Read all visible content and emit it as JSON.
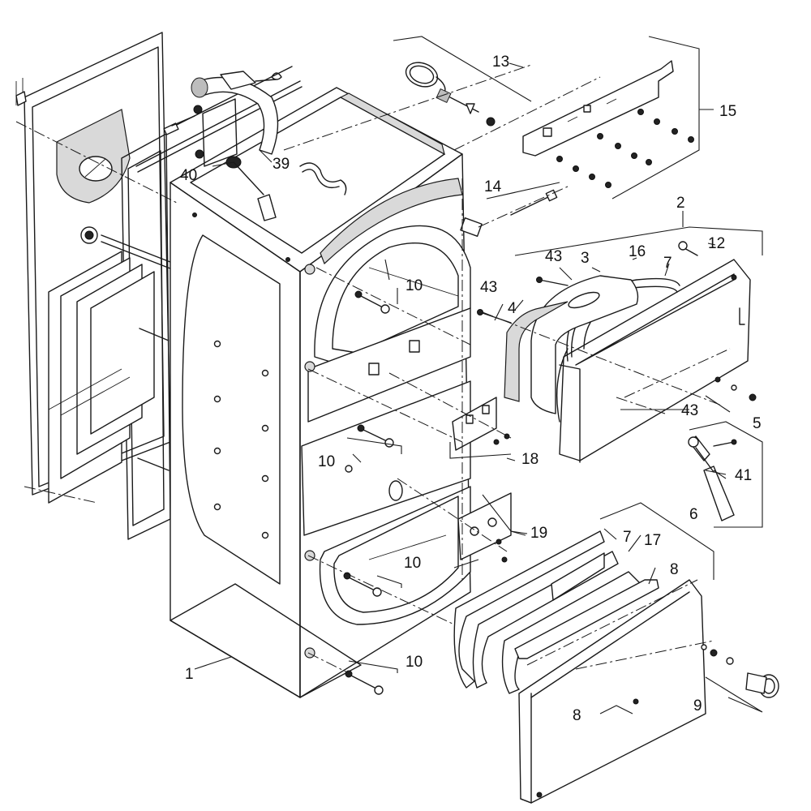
{
  "callouts": [
    {
      "id": "c1",
      "label": "1"
    },
    {
      "id": "c2",
      "label": "2"
    },
    {
      "id": "c3",
      "label": "3"
    },
    {
      "id": "c4",
      "label": "4"
    },
    {
      "id": "c5",
      "label": "5"
    },
    {
      "id": "c6",
      "label": "6"
    },
    {
      "id": "c7a",
      "label": "7"
    },
    {
      "id": "c7b",
      "label": "7"
    },
    {
      "id": "c8a",
      "label": "8"
    },
    {
      "id": "c8b",
      "label": "8"
    },
    {
      "id": "c9",
      "label": "9"
    },
    {
      "id": "c10a",
      "label": "10"
    },
    {
      "id": "c10b",
      "label": "10"
    },
    {
      "id": "c10c",
      "label": "10"
    },
    {
      "id": "c10d",
      "label": "10"
    },
    {
      "id": "c12",
      "label": "12"
    },
    {
      "id": "c13",
      "label": "13"
    },
    {
      "id": "c14",
      "label": "14"
    },
    {
      "id": "c15",
      "label": "15"
    },
    {
      "id": "c16",
      "label": "16"
    },
    {
      "id": "c17",
      "label": "17"
    },
    {
      "id": "c18",
      "label": "18"
    },
    {
      "id": "c19",
      "label": "19"
    },
    {
      "id": "c39",
      "label": "39"
    },
    {
      "id": "c40",
      "label": "40"
    },
    {
      "id": "c41",
      "label": "41"
    },
    {
      "id": "c43a",
      "label": "43"
    },
    {
      "id": "c43b",
      "label": "43"
    },
    {
      "id": "c43c",
      "label": "43"
    }
  ]
}
